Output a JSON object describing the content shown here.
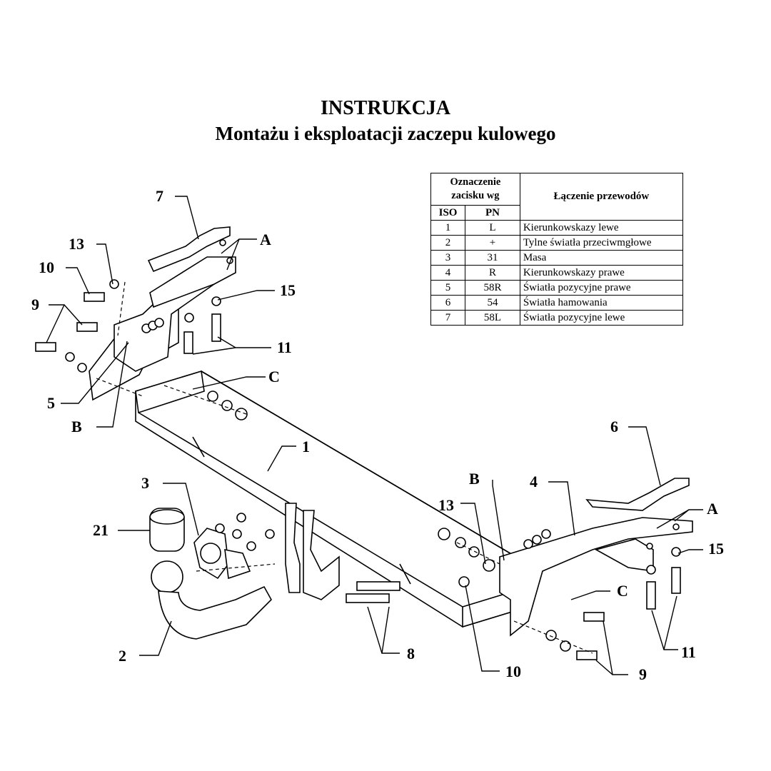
{
  "title": {
    "line1": "INSTRUKCJA",
    "line2": "Montażu i eksploatacji zaczepu kulowego"
  },
  "wiring_table": {
    "header_designation": "Oznaczenie zacisku wg",
    "header_connection": "Łączenie przewodów",
    "col_iso": "ISO",
    "col_pn": "PN",
    "rows": [
      {
        "iso": "1",
        "pn": "L",
        "desc": "Kierunkowskazy lewe"
      },
      {
        "iso": "2",
        "pn": "+",
        "desc": "Tylne światła przeciwmgłowe"
      },
      {
        "iso": "3",
        "pn": "31",
        "desc": "Masa"
      },
      {
        "iso": "4",
        "pn": "R",
        "desc": "Kierunkowskazy prawe"
      },
      {
        "iso": "5",
        "pn": "58R",
        "desc": "Światła pozycyjne prawe"
      },
      {
        "iso": "6",
        "pn": "54",
        "desc": "Światła hamowania"
      },
      {
        "iso": "7",
        "pn": "58L",
        "desc": "Światła pozycyjne lewe"
      }
    ]
  },
  "callouts": {
    "c7": "7",
    "c13a": "13",
    "c10a": "10",
    "c9a": "9",
    "cAa": "A",
    "c15a": "15",
    "c11a": "11",
    "cCa": "C",
    "c5": "5",
    "cBa": "B",
    "c1": "1",
    "c6": "6",
    "c3": "3",
    "cBb": "B",
    "c4": "4",
    "c13b": "13",
    "cAb": "A",
    "c21": "21",
    "c15b": "15",
    "cCb": "C",
    "c2": "2",
    "c8": "8",
    "c11b": "11",
    "c10b": "10",
    "c9b": "9"
  }
}
